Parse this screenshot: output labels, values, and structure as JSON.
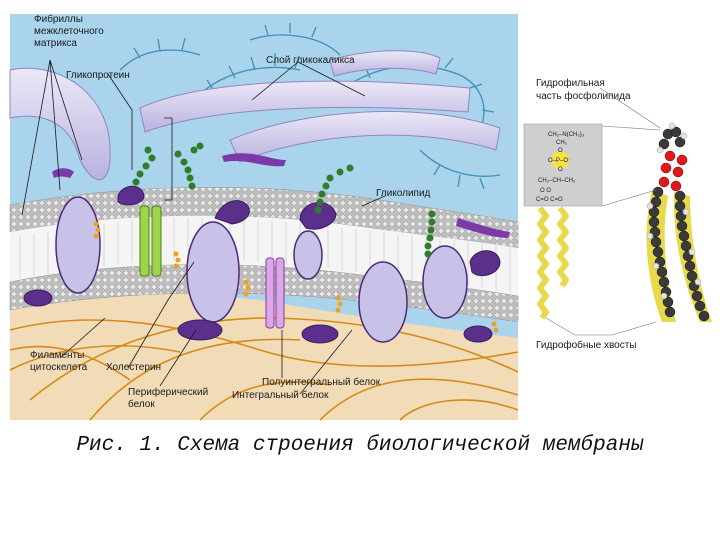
{
  "labels": {
    "fibrils": [
      "Фибриллы",
      "межклеточного",
      "матрикса"
    ],
    "glycoprotein": "Гликопротеин",
    "glycocalyx": "Слой гликокаликса",
    "glycolipid": "Гликолипид",
    "filaments": [
      "Филаменты",
      "цитоскелета"
    ],
    "cholesterol": "Холестерин",
    "peripheral": [
      "Периферический",
      "белок"
    ],
    "semi_integral": "Полуинтегральный белок",
    "integral": "Интегральный белок",
    "hydrophilic": [
      "Гидрофильная",
      "часть фосфолипида"
    ],
    "hydrophobic": "Гидрофобные хвосты"
  },
  "inset_formula": [
    "CH₂–N(CH₃)₃",
    "CH₂",
    "O",
    "O–P–O⁻",
    "O",
    "CH₂–CH–CH₂",
    "O  O",
    "C=O C=O"
  ],
  "caption": "Рис. 1. Схема строения биологической мембраны",
  "colors": {
    "sky": "#a9d4ec",
    "head": "#c7c7c7",
    "protein": "#c9c2e8",
    "protein_edge": "#4b2a7a",
    "glyco_chain": "#2f7d2a",
    "glycocalyx": "#3f8fb8",
    "cytoskeleton": "#d58a1a",
    "tail_yellow": "#e8d94a"
  }
}
